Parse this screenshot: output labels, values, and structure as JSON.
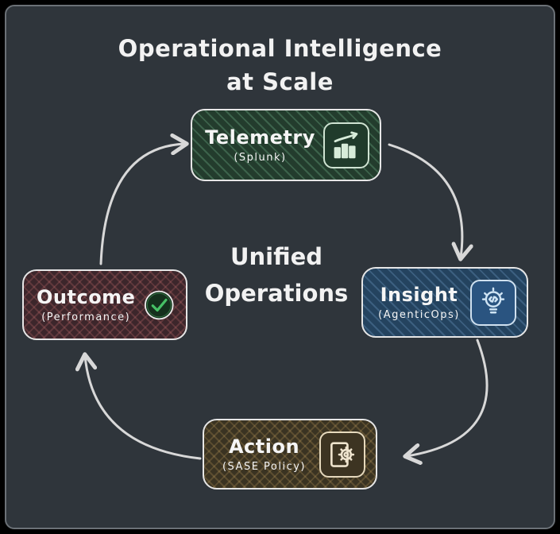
{
  "title": {
    "line1": "Operational Intelligence",
    "line2": "at Scale"
  },
  "center_label": {
    "line1": "Unified",
    "line2": "Operations"
  },
  "nodes": [
    {
      "id": "telemetry",
      "label": "Telemetry",
      "sublabel": "(Splunk)",
      "icon": "bar-chart-trend-icon",
      "accent": "#7ec699"
    },
    {
      "id": "insight",
      "label": "Insight",
      "sublabel": "(AgenticOps)",
      "icon": "lightbulb-code-icon",
      "accent": "#8ab9e0"
    },
    {
      "id": "action",
      "label": "Action",
      "sublabel": "(SASE Policy)",
      "icon": "gear-document-icon",
      "accent": "#d8b578"
    },
    {
      "id": "outcome",
      "label": "Outcome",
      "sublabel": "(Performance)",
      "icon": "check-circle-icon",
      "accent": "#d98a8a"
    }
  ],
  "arrows": [
    {
      "from": "Telemetry",
      "to": "Insight"
    },
    {
      "from": "Insight",
      "to": "Action"
    },
    {
      "from": "Action",
      "to": "Outcome"
    },
    {
      "from": "Outcome",
      "to": "Telemetry"
    }
  ],
  "colors": {
    "background": "#000000",
    "panel": "#2f353b",
    "ink": "#f2f2f2",
    "arrow": "#d8d8d8"
  }
}
